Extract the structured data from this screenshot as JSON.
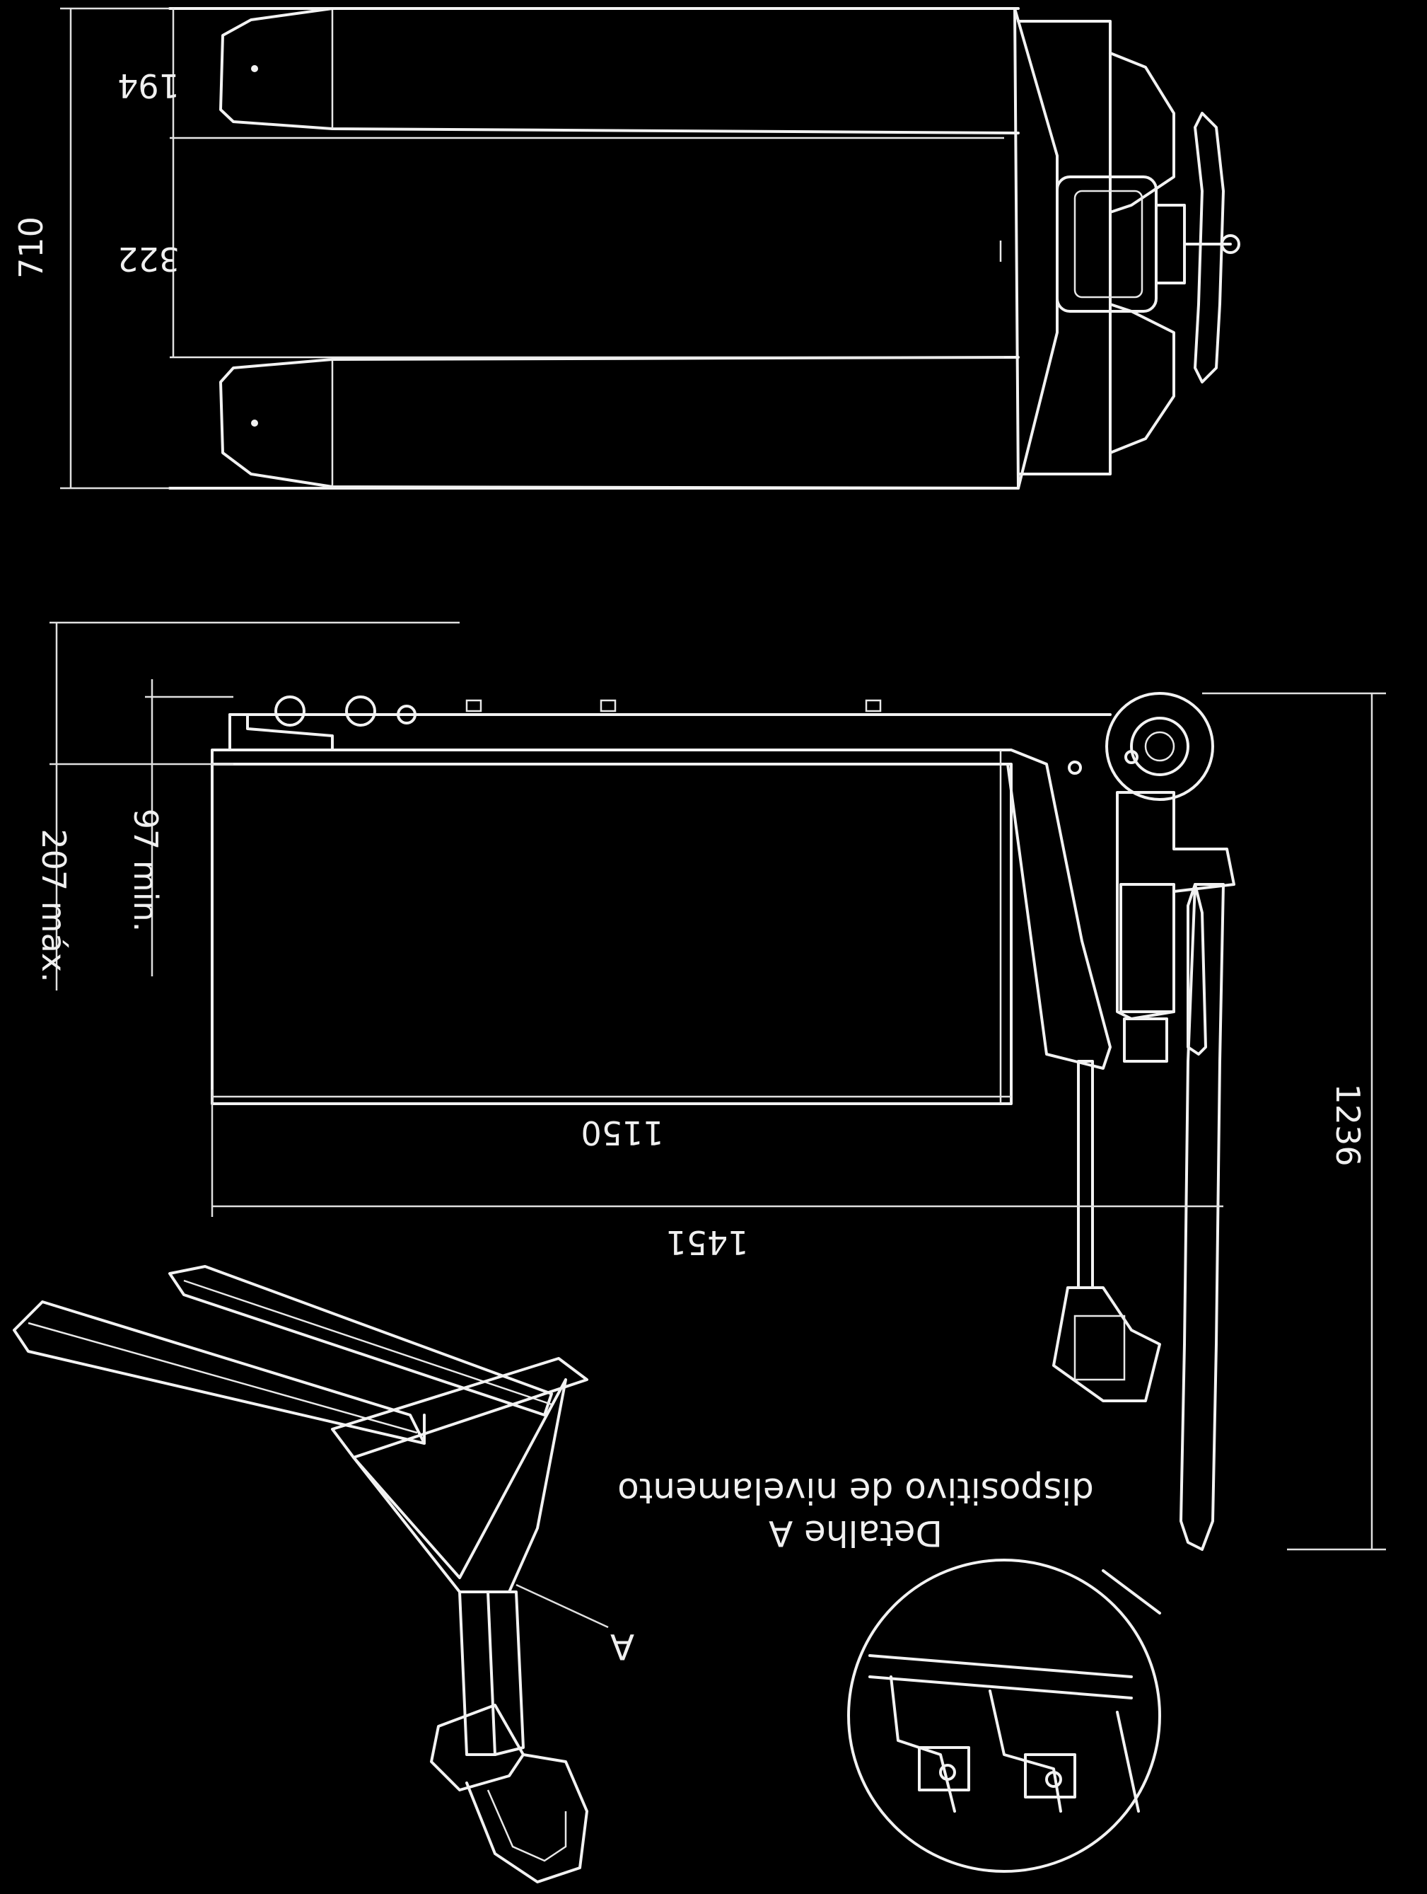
{
  "drawing": {
    "dimensions": {
      "overall_width": "710",
      "fork_width": "194",
      "fork_spacing": "322",
      "lift_max": "207 máx.",
      "lowered_min": "97 min.",
      "fork_length": "1150",
      "overall_length": "1451",
      "handle_height": "1236"
    },
    "detail": {
      "marker": "A",
      "title": "Detalhe A",
      "subtitle": "dispositivo de nivelamento"
    }
  }
}
